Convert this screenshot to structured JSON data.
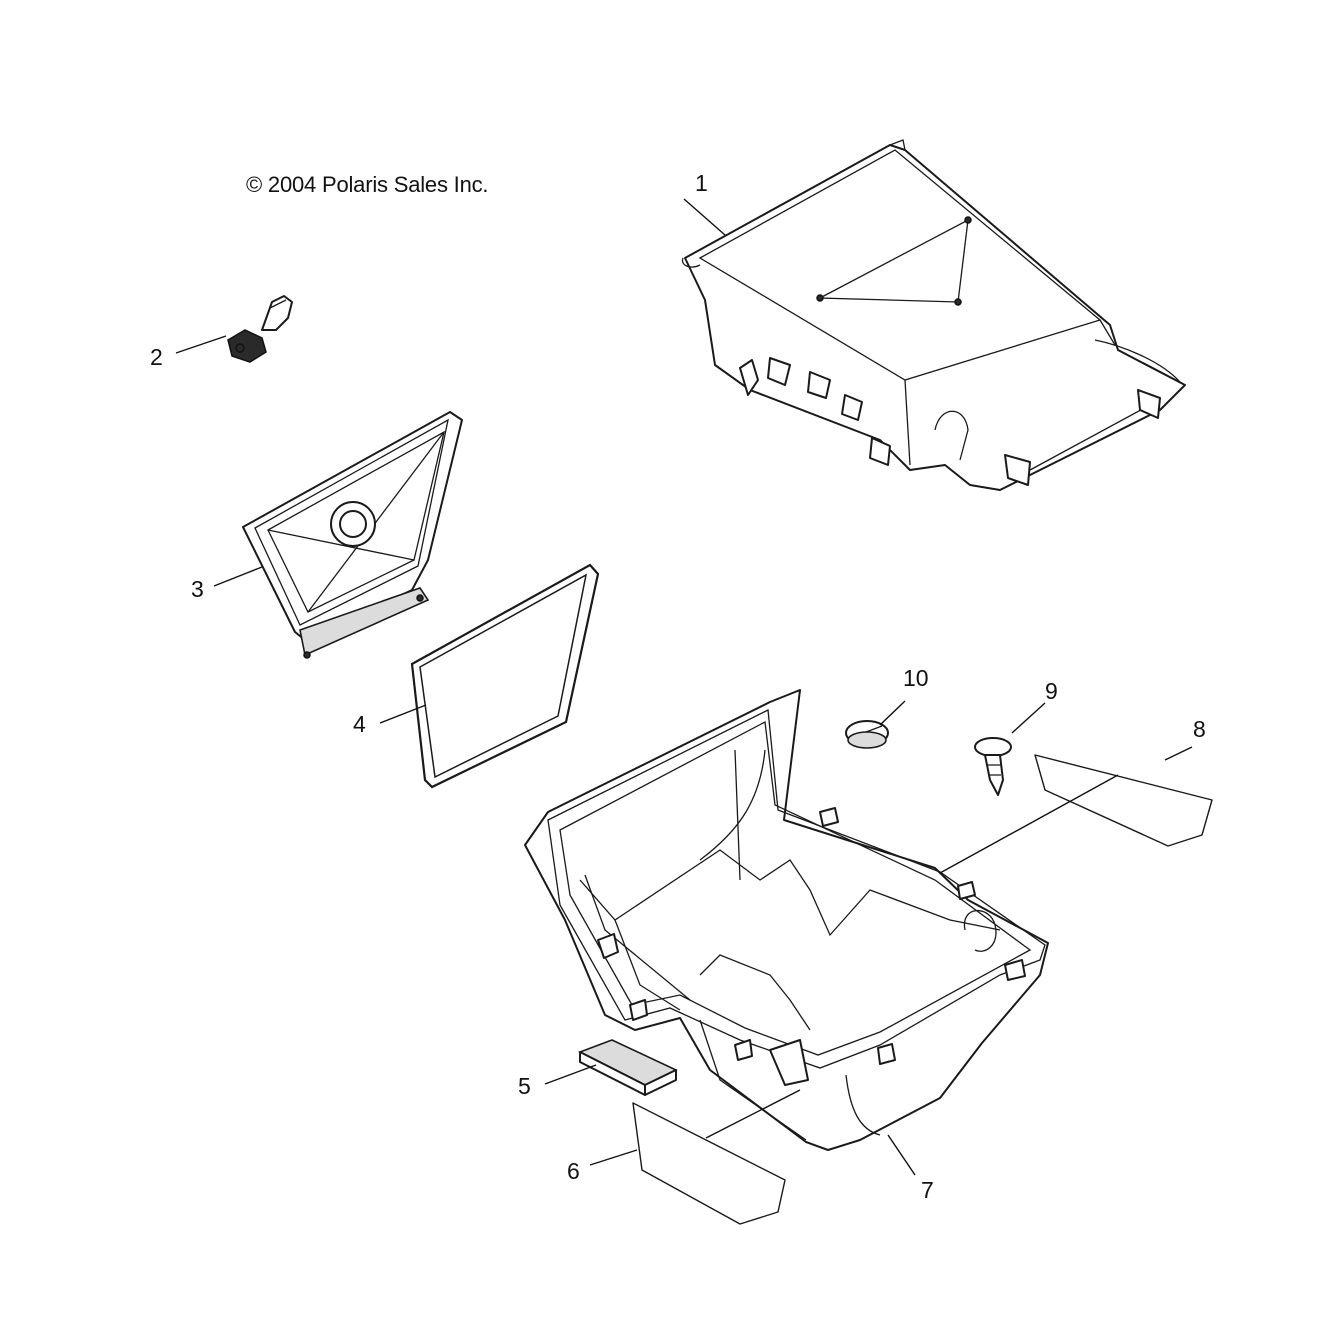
{
  "copyright": "© 2004 Polaris Sales Inc.",
  "callouts": [
    {
      "id": "1",
      "label": "1"
    },
    {
      "id": "2",
      "label": "2"
    },
    {
      "id": "3",
      "label": "3"
    },
    {
      "id": "4",
      "label": "4"
    },
    {
      "id": "5",
      "label": "5"
    },
    {
      "id": "6",
      "label": "6"
    },
    {
      "id": "7",
      "label": "7"
    },
    {
      "id": "8",
      "label": "8"
    },
    {
      "id": "9",
      "label": "9"
    },
    {
      "id": "10",
      "label": "10"
    }
  ]
}
